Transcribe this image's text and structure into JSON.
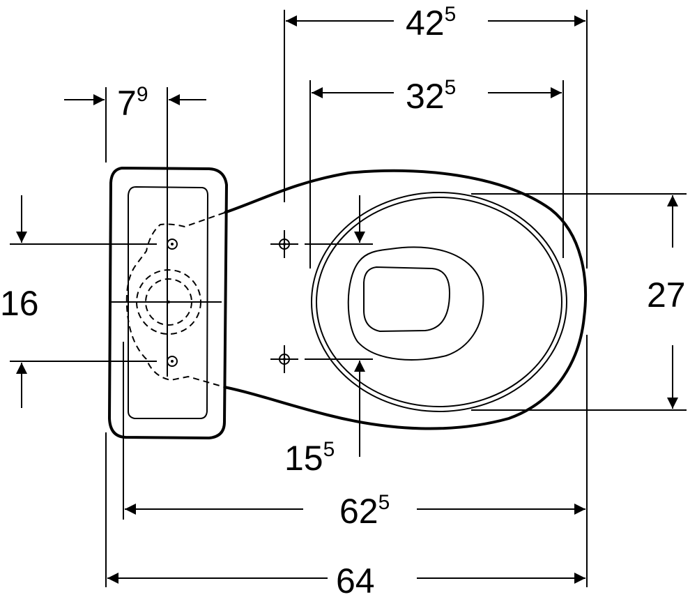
{
  "dimensions": {
    "width_top": {
      "main": "42",
      "sup": "5"
    },
    "width_mid": {
      "main": "32",
      "sup": "5"
    },
    "tank_offset": {
      "main": "7",
      "sup": "9"
    },
    "fixing_spacing": {
      "main": "16",
      "sup": ""
    },
    "seat_width": {
      "main": "27",
      "sup": ""
    },
    "seat_offset": {
      "main": "15",
      "sup": "5"
    },
    "overall_inner": {
      "main": "62",
      "sup": "5"
    },
    "overall_total": {
      "main": "64",
      "sup": ""
    }
  }
}
